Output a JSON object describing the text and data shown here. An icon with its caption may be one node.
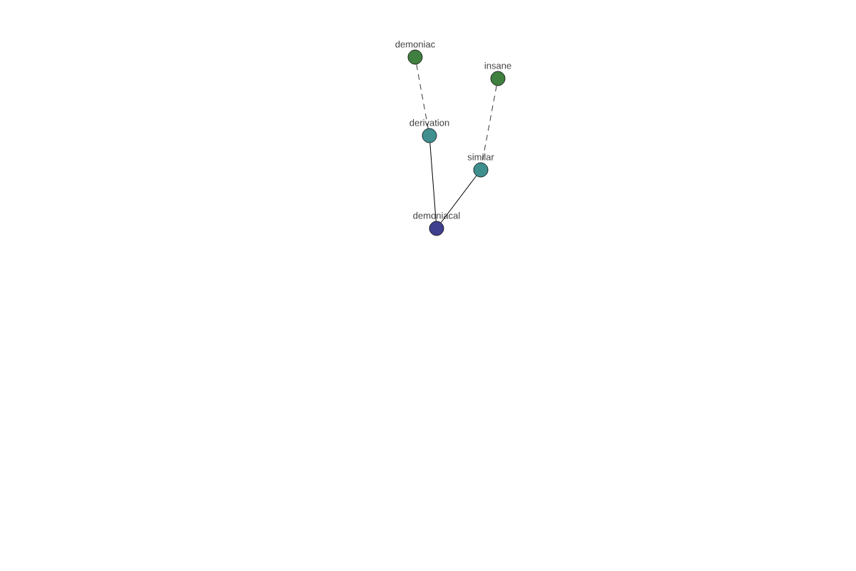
{
  "diagram": {
    "nodes": [
      {
        "text": [
          "demoniac"
        ]
      },
      {
        "text": [
          "insane"
        ]
      },
      {
        "text": [
          "derivation"
        ]
      },
      {
        "text": [
          "similar"
        ]
      },
      {
        "text": [
          "demoniacal"
        ]
      }
    ],
    "edges": [
      {
        "from": 0,
        "to": 2,
        "arrow": "none",
        "style": "dashed"
      },
      {
        "from": 1,
        "to": 3,
        "arrow": "none",
        "style": "dashed"
      },
      {
        "from": 2,
        "to": 4,
        "arrow": "none"
      },
      {
        "from": 3,
        "to": 4,
        "arrow": "none"
      }
    ]
  }
}
